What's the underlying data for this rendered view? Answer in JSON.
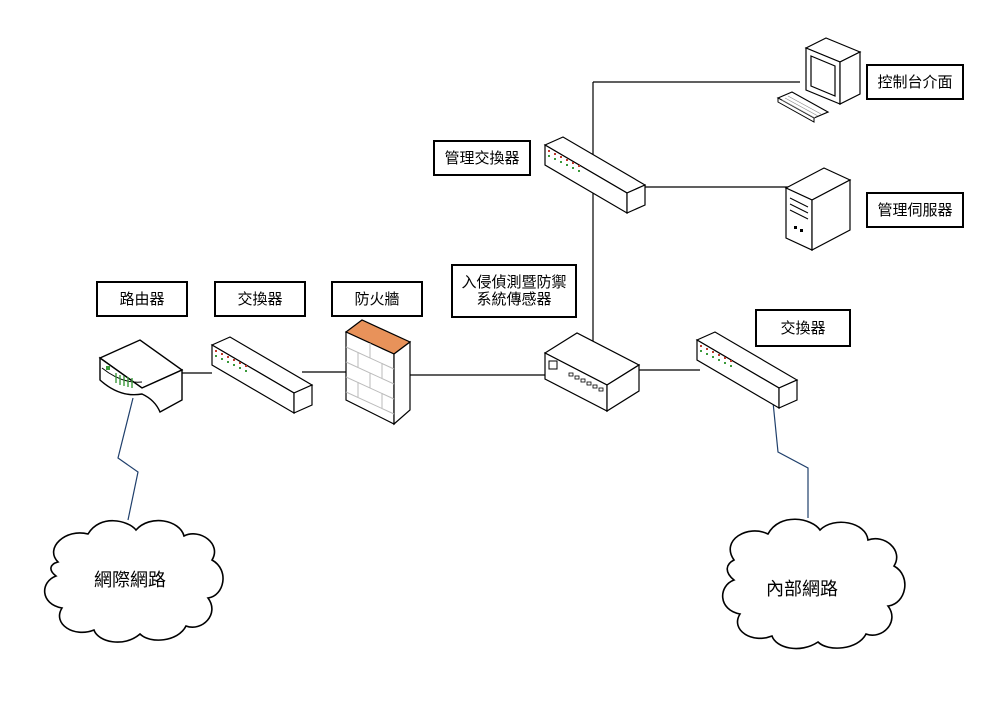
{
  "labels": {
    "router": "路由器",
    "switch_left": "交換器",
    "firewall": "防火牆",
    "ids": "入侵偵測暨防禦\n系統傳感器",
    "mgmt_switch": "管理交換器",
    "console": "控制台介面",
    "mgmt_server": "管理伺服器",
    "switch_right": "交換器",
    "internet": "網際網路",
    "intranet": "內部網路"
  },
  "colors": {
    "line": "#000000",
    "lightning": "#1f3f6b",
    "firewall_top": "#e8925a",
    "device_fill": "#ffffff",
    "led_green": "#3a9a3a",
    "led_red": "#c0392b"
  }
}
